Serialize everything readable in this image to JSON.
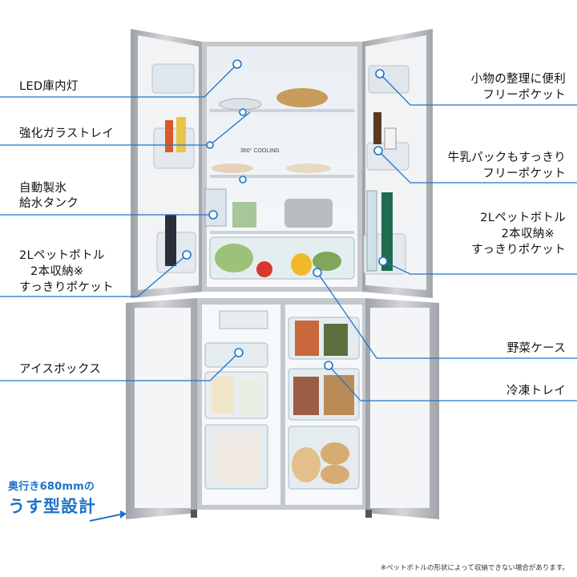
{
  "labels": {
    "led": "LED庫内灯",
    "glass_tray": "強化ガラストレイ",
    "ice_tank_1": "自動製氷",
    "ice_tank_2": "給水タンク",
    "left_pocket_1": "2Lペットボトル",
    "left_pocket_2": "2本収納※",
    "left_pocket_3": "すっきりポケット",
    "ice_box": "アイスボックス",
    "small_items_1": "小物の整理に便利",
    "small_items_2": "フリーポケット",
    "milk_1": "牛乳パックもすっきり",
    "milk_2": "フリーポケット",
    "right_pocket_1": "2Lペットボトル",
    "right_pocket_2": "2本収納※",
    "right_pocket_3": "すっきりポケット",
    "vegetable_case": "野菜ケース",
    "freezer_tray": "冷凍トレイ"
  },
  "shelf_sign": "360° COOLING",
  "badge": {
    "line1": "奥行き680mmの",
    "line2": "うす型設計"
  },
  "footnote": "※ペットボトルの形状によって収納できない場合があります。",
  "colors": {
    "accent": "#1d73c9",
    "body": "#b9bcc0",
    "interior": "#f4f6f8"
  }
}
